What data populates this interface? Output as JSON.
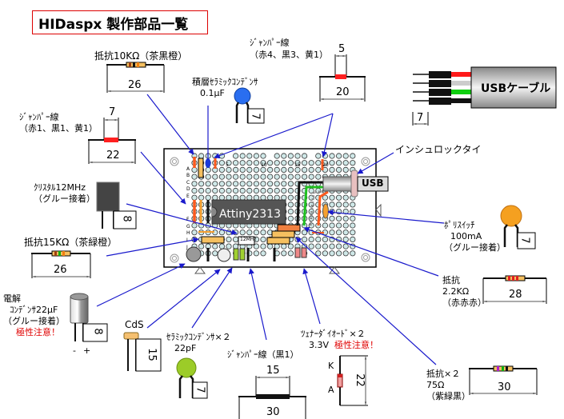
{
  "title": "HIDaspx 製作部品一覧",
  "colors": {
    "title_border": "#d00000",
    "leader": "#1a1acc",
    "warning": "#e00000",
    "board": "#ffffff",
    "chip": "#555555"
  },
  "parts": {
    "resistor_10k": {
      "label": "抵抗10KΩ（茶黒橙）",
      "dim": "26"
    },
    "jumper_red_short": {
      "label1": "ｼﾞｬﾝﾊﾟｰ線",
      "label2": "（赤1、黒1、黄1）",
      "dim_top": "7",
      "dim_bottom": "22"
    },
    "jumper_mixed": {
      "label1": "ｼﾞｬﾝﾊﾟｰ線",
      "label2": "（赤4、黒3、黄1）",
      "dim_top": "5",
      "dim_bottom": "20"
    },
    "ceramic_cap_01": {
      "label1": "積層ｾﾗﾐｯｸｺﾝﾃﾞﾝｻ",
      "label2": "0.1μF",
      "dim": "7"
    },
    "usb_cable": {
      "label": "USBケーブル",
      "dim": "7"
    },
    "cable_tie": {
      "label": "インシュロックタイ"
    },
    "crystal": {
      "label1": "ｸﾘｽﾀﾙ12MHz",
      "label2": "（グルー接着）",
      "dim": "8"
    },
    "resistor_15k": {
      "label": "抵抗15KΩ（茶緑橙）",
      "dim": "26"
    },
    "electrolytic": {
      "label1": "電解",
      "label2": "ｺﾝﾃﾞﾝｻ22μF",
      "label3": "（グルー接着）",
      "warning": "極性注意！",
      "minus": "-",
      "plus": "+",
      "dim": "8"
    },
    "cds": {
      "label": "CdS",
      "dim": "15"
    },
    "ceramic_cap_22p": {
      "label1": "ｾﾗﾐｯｸｺﾝﾃﾞﾝｻ×２",
      "label2": "22pF",
      "dim": "7"
    },
    "jumper_black": {
      "label": "ｼﾞｬﾝﾊﾟｰ線（黒1）",
      "dim_top": "15",
      "dim_bottom": "30"
    },
    "zener": {
      "label1": "ﾂｪﾅｰﾀﾞｲｵｰﾄﾞ×２",
      "label2": "3.3V",
      "warning": "極性注意！",
      "k": "K",
      "a": "A",
      "dim": "22"
    },
    "polyswitch": {
      "label1": "ﾎﾟﾘｽｲｯﾁ",
      "label2": "100mA",
      "label3": "（グルー接着）",
      "dim": "7"
    },
    "resistor_22k": {
      "label1": "抵抗",
      "label2": "2.2KΩ",
      "label3": "（赤赤赤）",
      "dim": "28"
    },
    "resistor_75": {
      "label1": "抵抗×２",
      "label2": "75Ω",
      "label3": "（紫緑黒）",
      "dim": "30"
    }
  },
  "board": {
    "chip_label": "Attiny2313",
    "crystal_label": "12MHz",
    "usb_plug_label": "USB",
    "row_labels": [
      "A",
      "B",
      "C",
      "D",
      "E",
      "F",
      "G",
      "H",
      "I",
      "J"
    ],
    "col_labels": [
      "5",
      "10",
      "15",
      "20"
    ]
  }
}
